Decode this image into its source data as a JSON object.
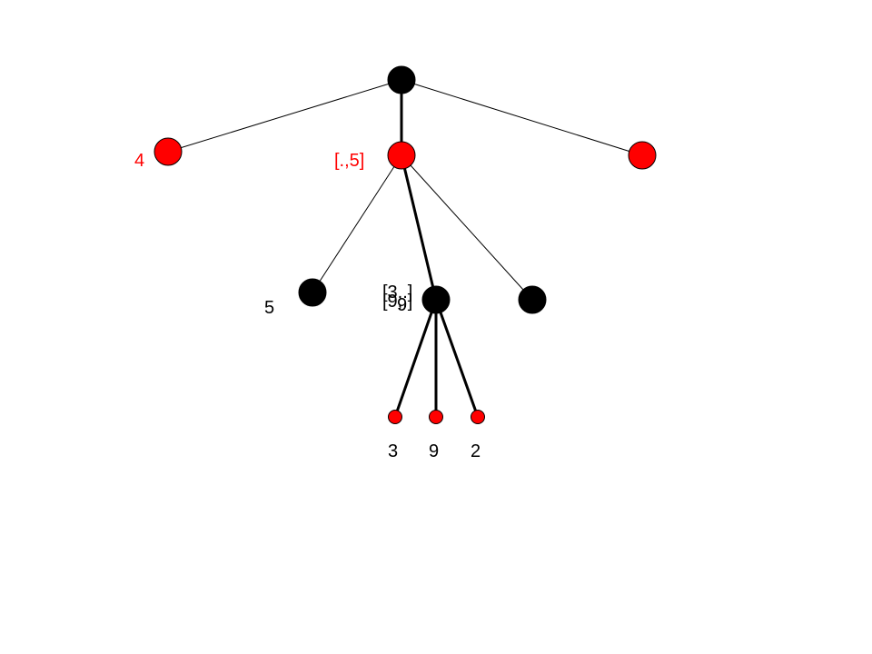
{
  "colors": {
    "black_node": "#000000",
    "red_node": "#ff0000",
    "edge": "#000000",
    "label_red": "#ff0000",
    "label_black": "#000000"
  },
  "labels": {
    "left_red": "4",
    "middle_red": "[.,5]",
    "black_left": "5",
    "center_overlap_a": "[3,.]",
    "center_overlap_b": "[9,.]",
    "center_overlap_c": "9",
    "leaf_left": "3",
    "leaf_mid": "9",
    "leaf_right": "2"
  }
}
